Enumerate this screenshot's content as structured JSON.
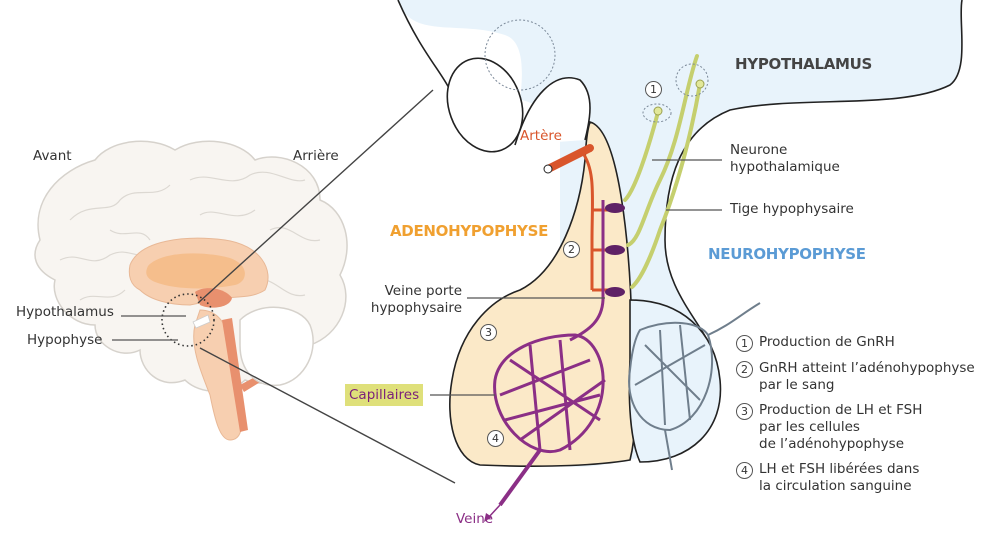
{
  "labels": {
    "front": "Avant",
    "back": "Arrière",
    "hypothalamus_small": "Hypothalamus",
    "pituitary_small": "Hypophyse",
    "hypothalamus": "HYPOTHALAMUS",
    "adenohypophysis": "ADENOHYPOPHYSE",
    "neurohypophysis": "NEUROHYPOPHYSE",
    "artery": "Artère",
    "portal_vein_line1": "Veine porte",
    "portal_vein_line2": "hypophysaire",
    "capillaries": "Capillaires",
    "vein": "Veine",
    "neuron_line1": "Neurone",
    "neuron_line2": "hypothalamique",
    "stalk": "Tige hypophysaire"
  },
  "markers": [
    "1",
    "2",
    "3",
    "4"
  ],
  "legend": [
    {
      "num": "1",
      "text": "Production de GnRH"
    },
    {
      "num": "2",
      "text": "GnRH atteint l’adénohypophyse\npar le sang"
    },
    {
      "num": "3",
      "text": "Production de LH et FSH\npar les cellules\nde l’adénohypophyse"
    },
    {
      "num": "4",
      "text": "LH et FSH libérées dans\nla circulation sanguine"
    }
  ],
  "colors": {
    "hypothalamus_fill": "#e8f3fb",
    "adeno_fill": "#fbe9c8",
    "adeno_text": "#f0a030",
    "neuro_text": "#5b9bd5",
    "artery": "#d9552b",
    "vein_purple": "#8b2f86",
    "neuron": "#d6e08a",
    "capillary_label_bg": "#dfe07a"
  }
}
